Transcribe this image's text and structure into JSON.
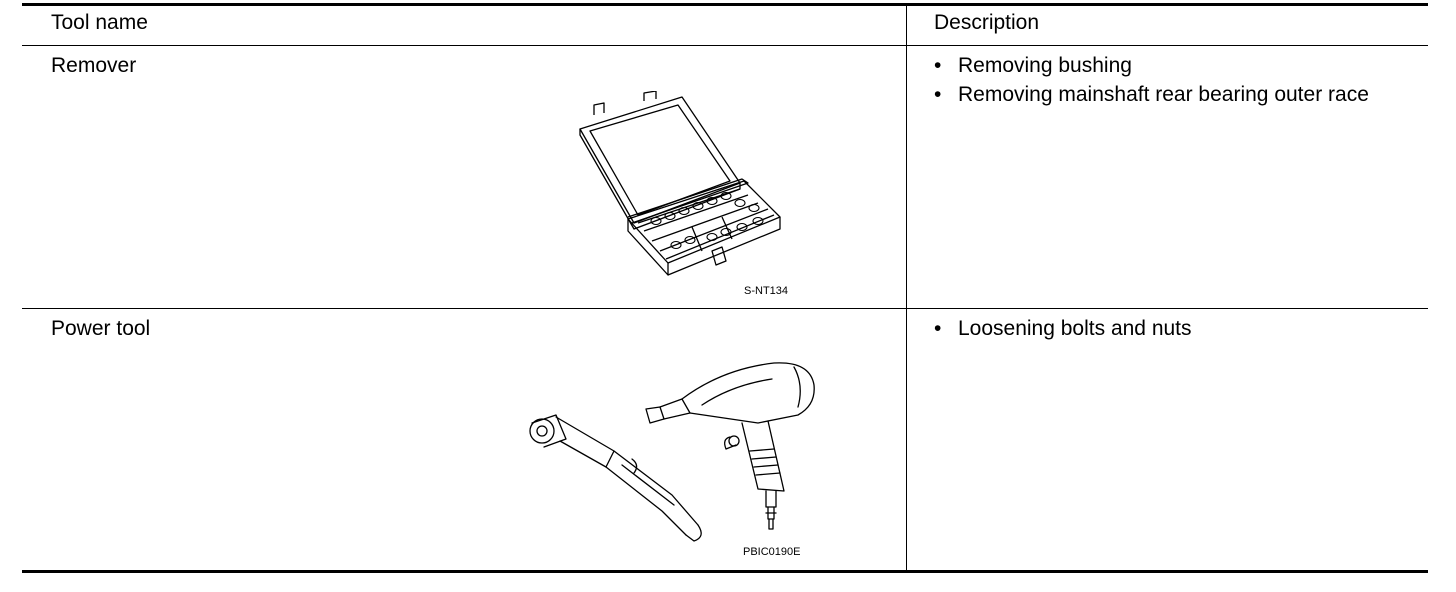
{
  "table": {
    "headers": {
      "tool_name": "Tool name",
      "description": "Description"
    },
    "rows": [
      {
        "tool_name": "Remover",
        "image_code": "S-NT134",
        "image_icon": "tool-case-icon",
        "description": [
          "Removing bushing",
          "Removing mainshaft rear bearing outer race"
        ]
      },
      {
        "tool_name": "Power tool",
        "image_code": "PBIC0190E",
        "image_icon": "air-tools-icon",
        "description": [
          "Loosening bolts and nuts"
        ]
      }
    ],
    "bullet": "•"
  }
}
